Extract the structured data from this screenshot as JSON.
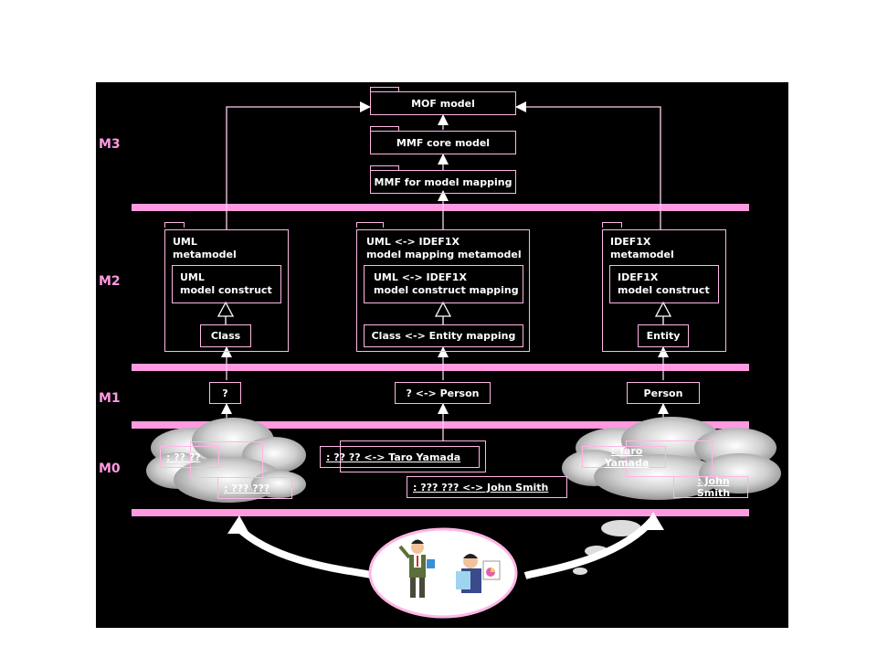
{
  "levels": {
    "m3": "M3",
    "m2": "M2",
    "m1": "M1",
    "m0": "M0"
  },
  "m3": {
    "mof_model": "MOF model",
    "mmf_core_model": "MMF core model",
    "mmf_model_mapping": "MMF for model mapping"
  },
  "m2": {
    "uml_metamodel": "UML\nmetamodel",
    "uml_model_construct": "UML\nmodel construct",
    "uml_class": "Class",
    "mapping_metamodel": "UML <-> IDEF1X\nmodel mapping metamodel",
    "mapping_construct": "UML <-> IDEF1X\nmodel construct mapping",
    "class_entity_mapping": "Class <-> Entity mapping",
    "idef1x_metamodel": "IDEF1X\nmetamodel",
    "idef1x_model_construct": "IDEF1X\nmodel construct",
    "idef1x_entity": "Entity"
  },
  "m1": {
    "uml_instance": "?",
    "mapping_instance": "? <-> Person",
    "idef1x_instance": "Person"
  },
  "m0": {
    "uml_obj1": ": ??    ??",
    "uml_obj2": ": ???  ???",
    "map_obj1": ": ??    ?? <-> Taro Yamada",
    "map_obj2": ": ???  ??? <-> John Smith",
    "idef_obj1": ": Taro Yamada",
    "idef_obj2": ": John Smith"
  },
  "colors": {
    "background": "#000000",
    "accent_pink": "#ff9ae0",
    "line": "#ffd0f0",
    "box_border": "#ffb6e6",
    "text": "#ffffff"
  },
  "icons": [
    "cloud-icon",
    "thought-bubble-icon",
    "businessman-pointing-icon",
    "businessman-documents-icon"
  ]
}
